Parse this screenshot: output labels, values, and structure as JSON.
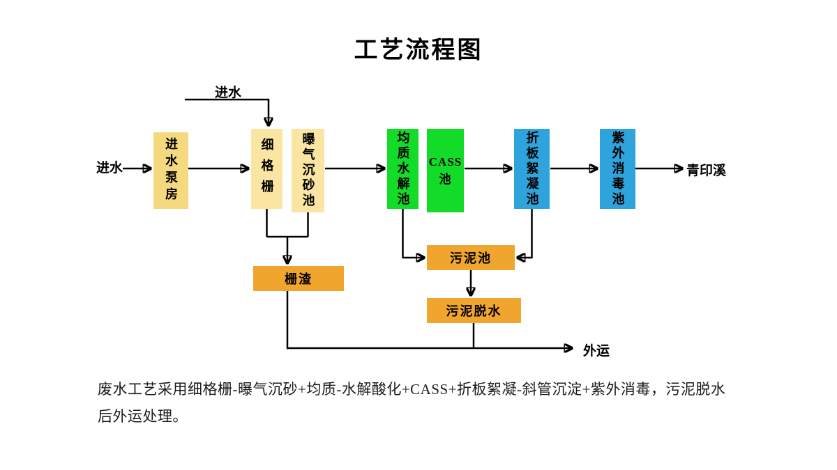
{
  "title": "工艺流程图",
  "labels": {
    "inlet_left": "进水",
    "inlet_top": "进水",
    "outfall": "青印溪",
    "haul_away": "外运"
  },
  "nodes": {
    "pump": {
      "label": "进水泵房"
    },
    "screen": {
      "label": "细格栅"
    },
    "grit": {
      "label": "曝气沉砂池"
    },
    "equalization": {
      "label": "均质水解池"
    },
    "cass": {
      "label": "CASS\n池"
    },
    "flocculation": {
      "label": "折板絮凝池"
    },
    "uv": {
      "label": "紫外消毒池"
    },
    "screenings": {
      "label": "栅渣"
    },
    "sludge_tank": {
      "label": "污泥池"
    },
    "dewatering": {
      "label": "污泥脱水"
    }
  },
  "description": "废水工艺采用细格栅-曝气沉砂+均质-水解酸化+CASS+折板絮凝-斜管沉淀+紫外消毒，污泥脱水后外运处理。",
  "colors": {
    "yellow_dark": "#F5D97E",
    "yellow_light": "#FAE6A2",
    "green": "#12DC28",
    "blue": "#2FA3DC",
    "orange": "#F0A62E",
    "line": "#000000"
  }
}
